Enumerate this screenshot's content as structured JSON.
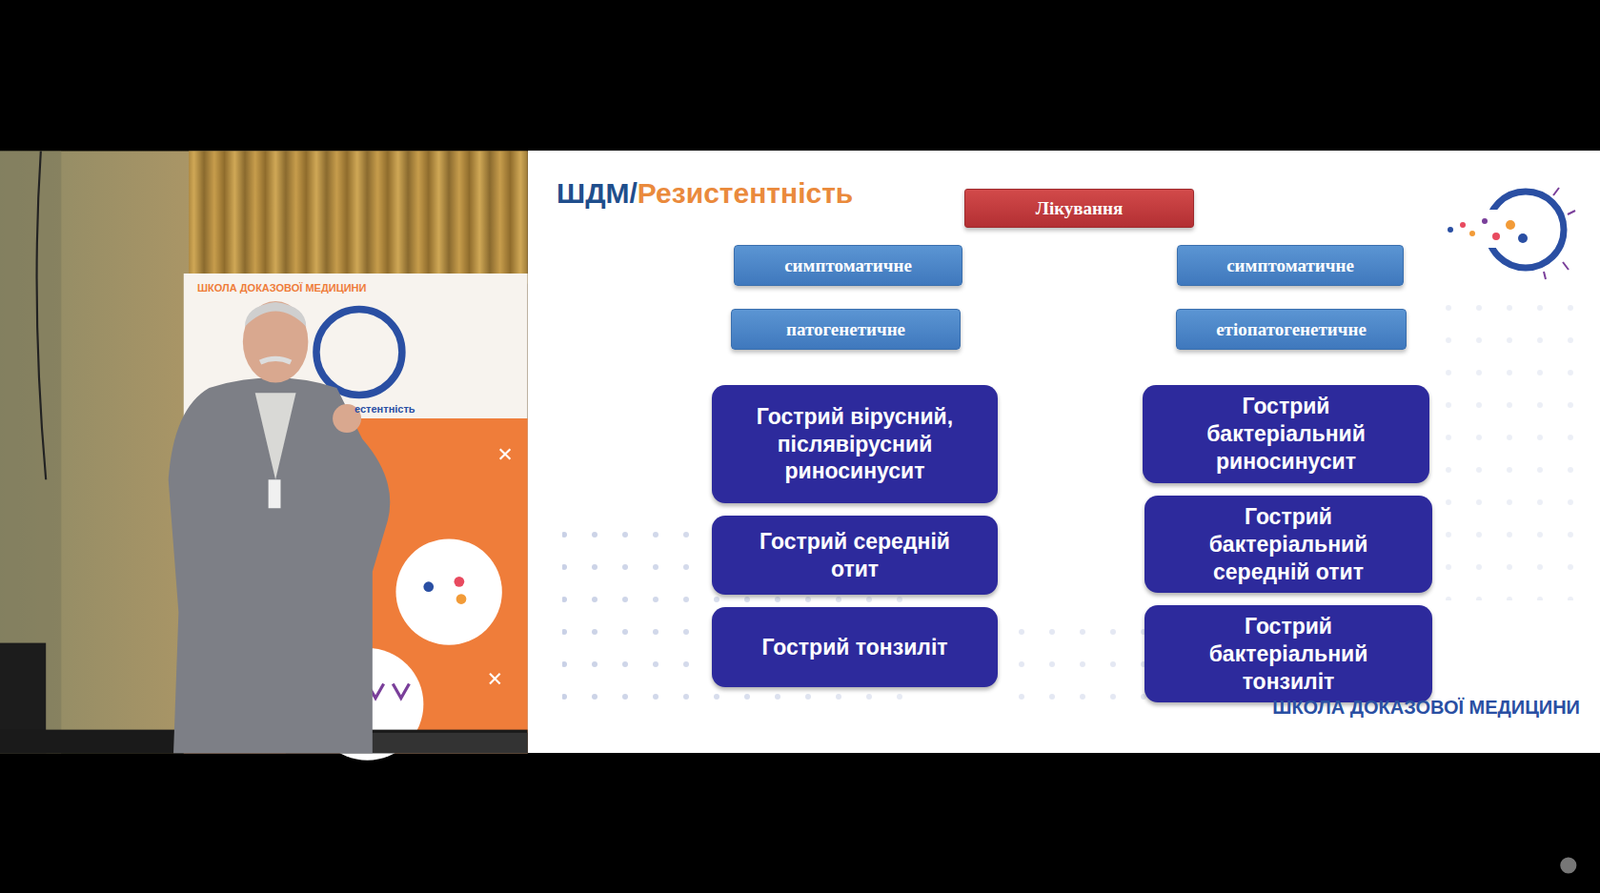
{
  "diagram": {
    "nodes": [
      {
        "text": [
          "Лікування"
        ]
      },
      {
        "text": [
          "симптоматичне"
        ]
      },
      {
        "text": [
          "симптоматичне"
        ]
      },
      {
        "text": [
          "патогенетичне"
        ]
      },
      {
        "text": [
          "етіопатогенетичне"
        ]
      },
      {
        "text": [
          "Гострий вірусний, післявірусний риносинусит"
        ]
      },
      {
        "text": [
          "Гострий бактеріальний риносинусит"
        ]
      },
      {
        "text": [
          "Гострий середній отит"
        ]
      },
      {
        "text": [
          "Гострий бактеріальний середній отит"
        ]
      },
      {
        "text": [
          "Гострий тонзиліт"
        ]
      },
      {
        "text": [
          "Гострий бактеріальний тонзиліт"
        ]
      }
    ],
    "labels": [
      "ШДМ/",
      "Резистентність",
      "ШКОЛА ДОКАЗОВОЇ МЕДИЦИНИ",
      "ШКОЛА ДОКАЗОВОЇ МЕДИЦИНИ",
      "естентність"
    ]
  }
}
